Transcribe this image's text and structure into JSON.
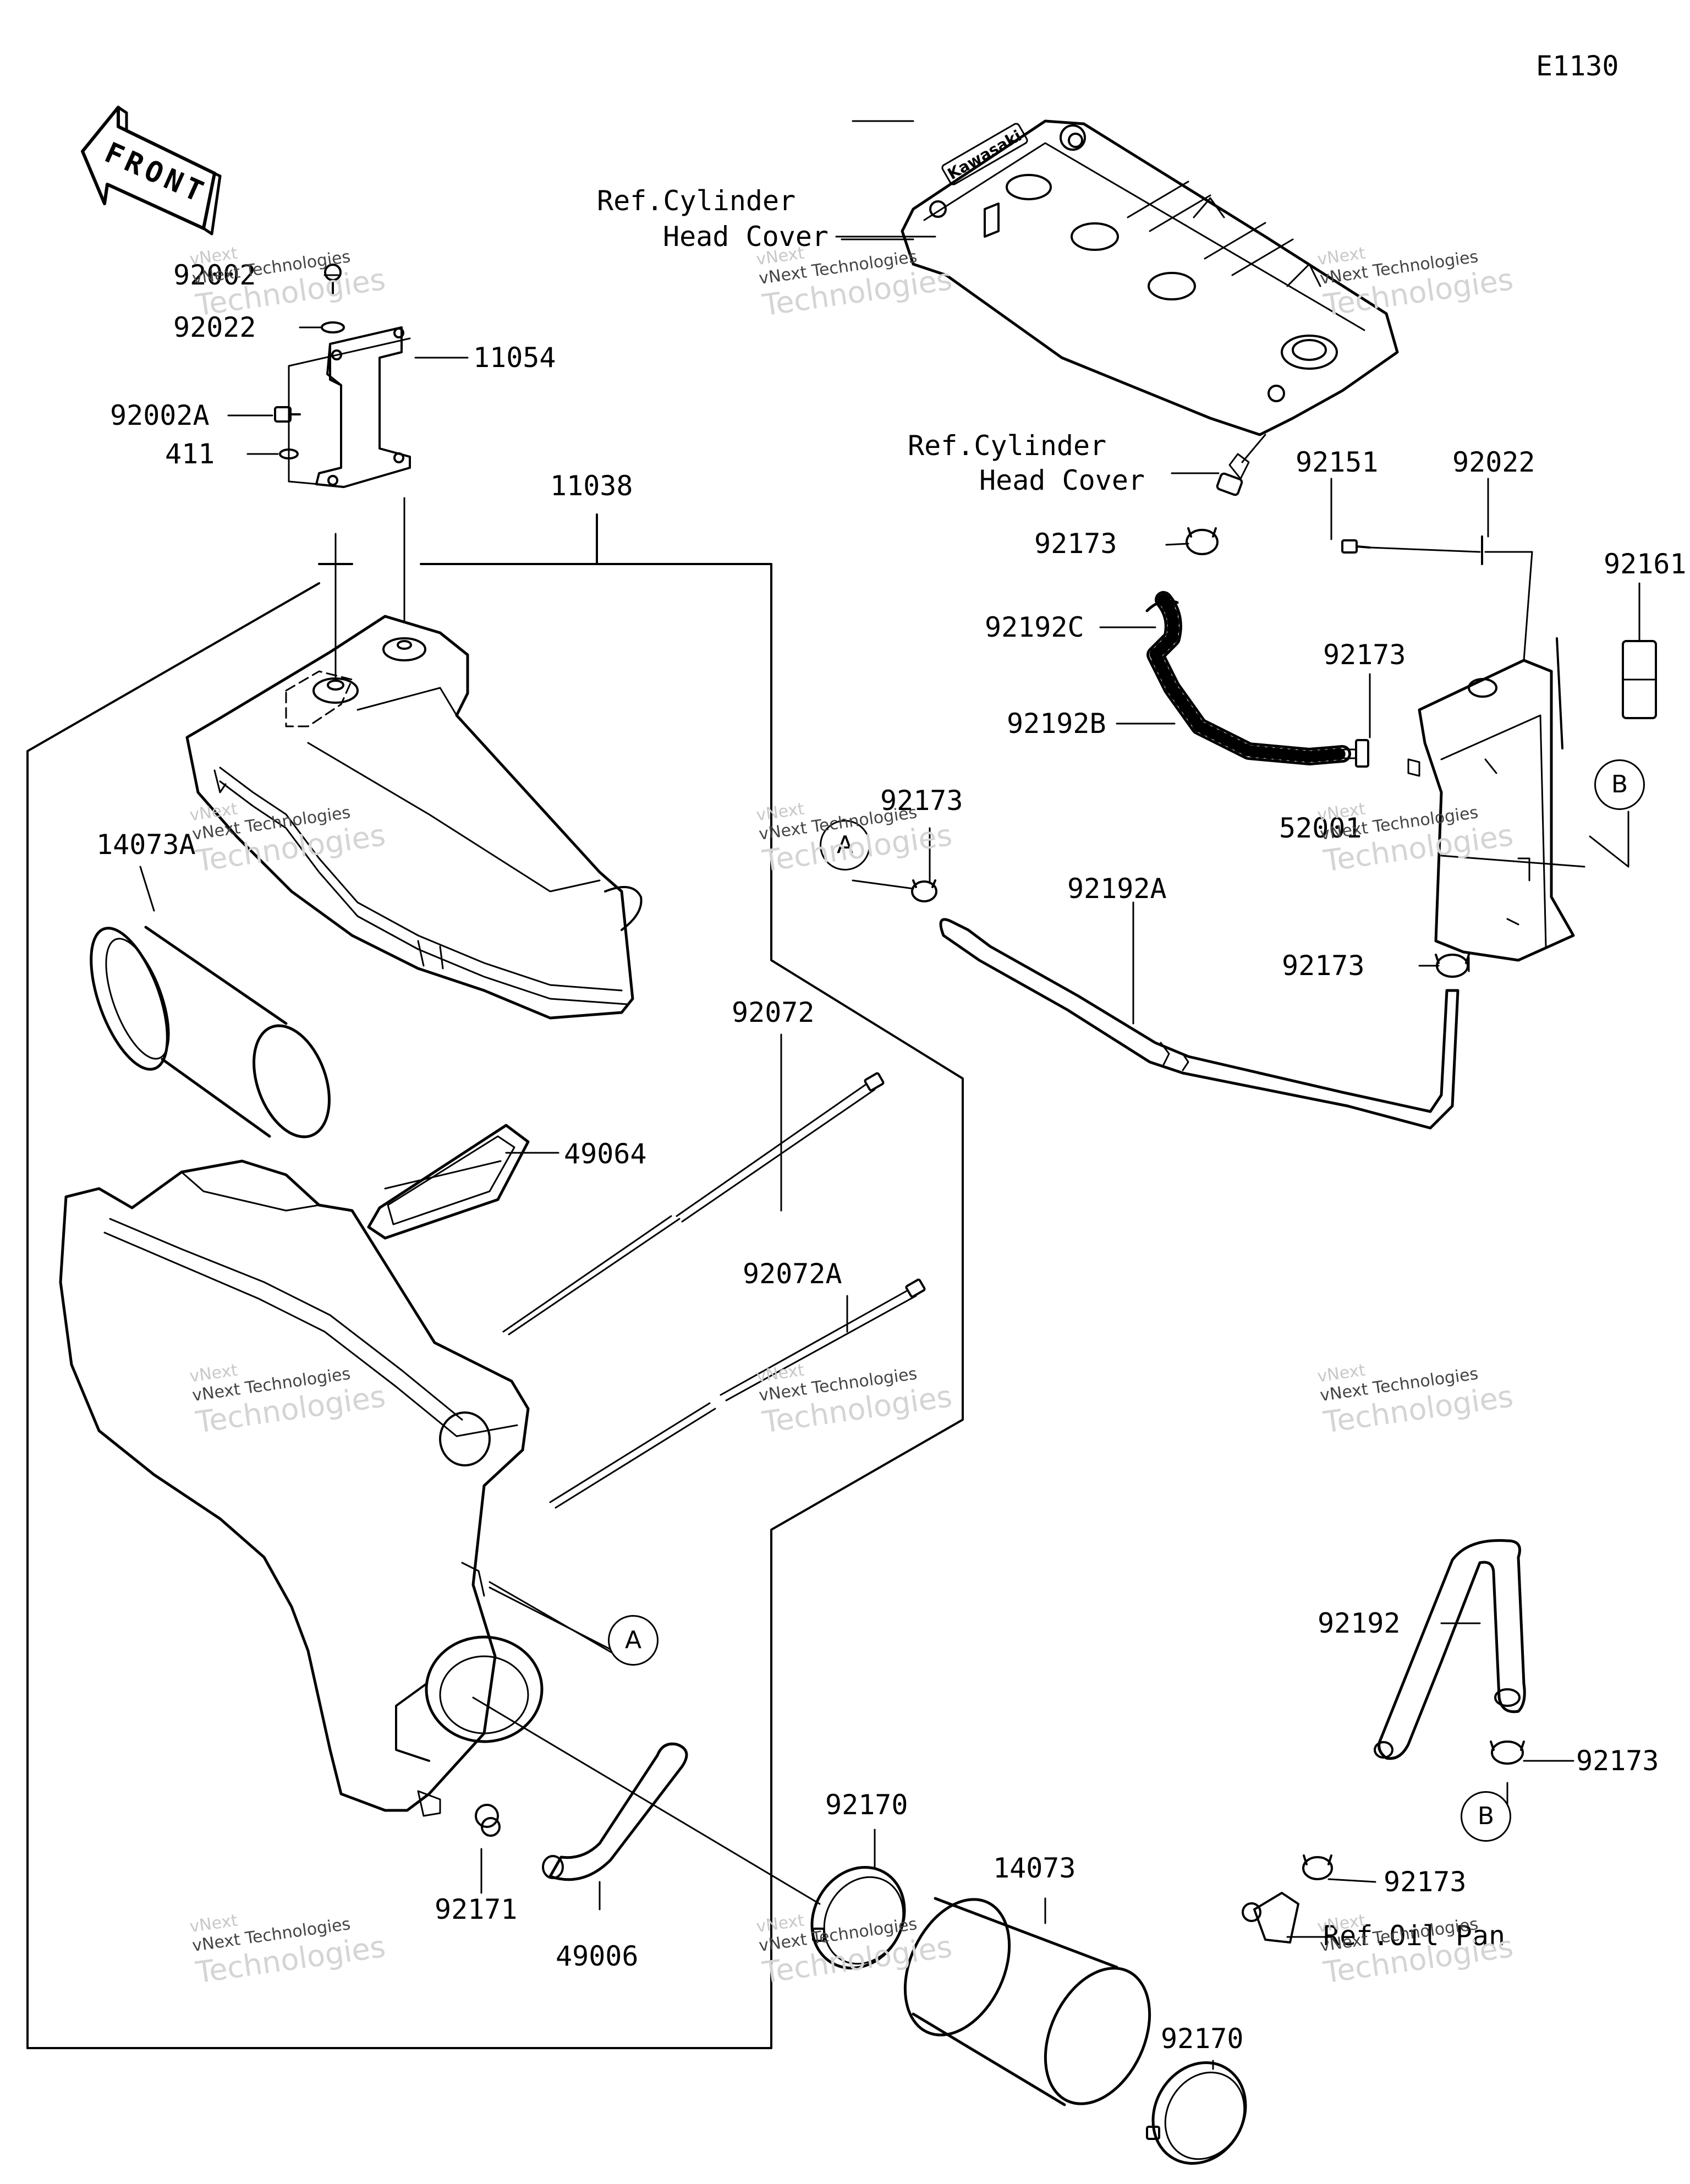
{
  "diagram_id": "E1130",
  "front_label": "FRONT",
  "brand_mark": "Kawasaki",
  "watermark": {
    "line1": "vNext",
    "line2": "vNext Technologies",
    "line3": "Technologies"
  },
  "callouts": {
    "a": "A",
    "b": "B"
  },
  "parts": {
    "p92002": "92002",
    "p92022_top": "92022",
    "p11054": "11054",
    "p92002A": "92002A",
    "p411": "411",
    "p11038": "11038",
    "p14073A": "14073A",
    "p49064": "49064",
    "p92072": "92072",
    "p92072A": "92072A",
    "p92171": "92171",
    "p49006": "49006",
    "p92170_a": "92170",
    "p14073": "14073",
    "p92170_b": "92170",
    "p92173_a": "92173",
    "p92192A": "92192A",
    "p92173_b": "92173",
    "p92192C": "92192C",
    "p92192B": "92192B",
    "p92173_c": "92173",
    "p92151": "92151",
    "p92022_right": "92022",
    "p92161": "92161",
    "p52001": "52001",
    "p92173_d": "92173",
    "p92192": "92192",
    "p92173_e": "92173",
    "p92173_f": "92173"
  },
  "refs": {
    "head_cover_1a": "Ref.Cylinder",
    "head_cover_1b": "Head Cover",
    "head_cover_2a": "Ref.Cylinder",
    "head_cover_2b": "Head Cover",
    "oil_pan": "Ref.Oil Pan"
  }
}
